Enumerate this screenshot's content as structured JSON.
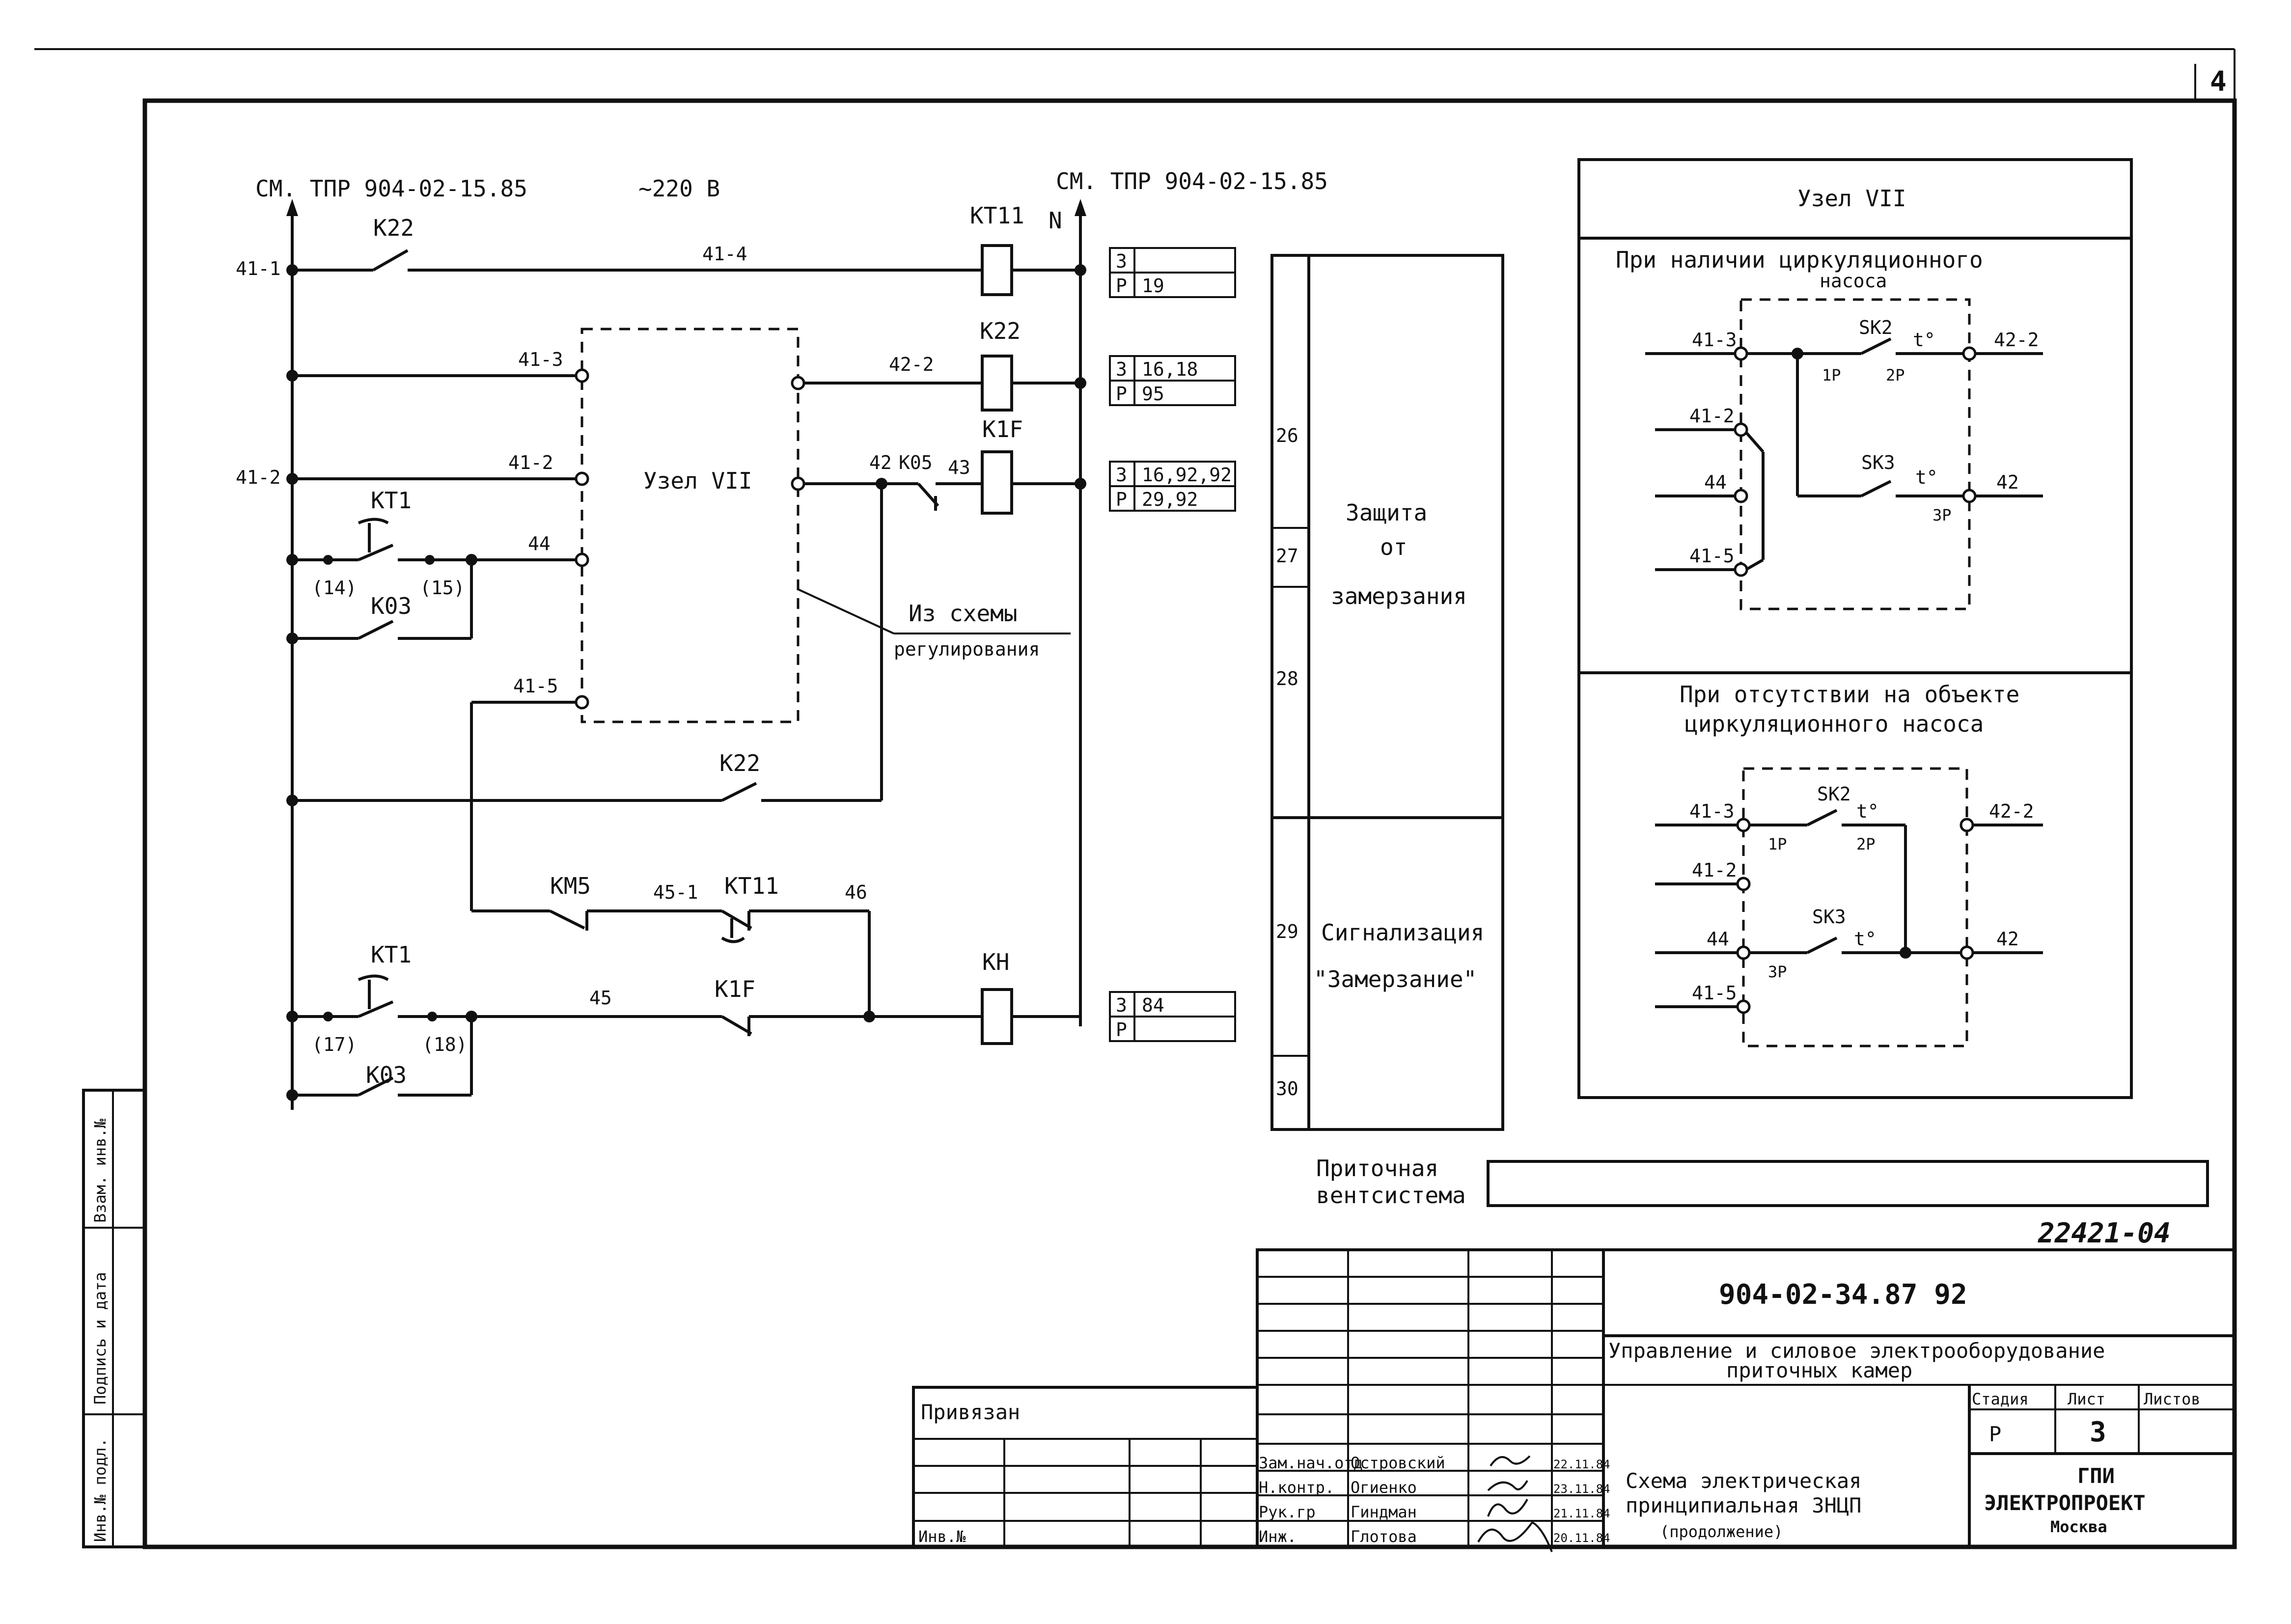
{
  "sheet": {
    "number": "4",
    "doc_code": "22421-04"
  },
  "header": {
    "ref_left": "СМ. ТПР 904-02-15.85",
    "voltage": "~220 В",
    "ref_right": "СМ. ТПР 904-02-15.85",
    "neutral": "N"
  },
  "wires": {
    "w41_1": "41-1",
    "w41_2": "41-2",
    "w41_2b": "41-2",
    "w41_3": "41-3",
    "w41_5": "41-5",
    "w44": "44",
    "w41_4": "41-4",
    "w42_2": "42-2",
    "w42": "42",
    "w43": "43",
    "w45": "45",
    "w45_1": "45-1",
    "w46": "46"
  },
  "devices": {
    "k22_top": "K22",
    "k22_mid": "K22",
    "k22_coil": "K22",
    "kt1_a": "KT1",
    "kt1_b": "KT1",
    "k03_a": "K03",
    "k03_b": "K03",
    "n14": "(14)",
    "n15": "(15)",
    "n17": "(17)",
    "n18": "(18)",
    "km5": "KM5",
    "kt11": "KT11",
    "kt11_coil": "KT11",
    "k05": "K05",
    "k1f_contact": "K1F",
    "k1f_coil": "K1F",
    "kh": "KH",
    "uzel": "Узел VII",
    "from_scheme": "Из схемы",
    "regul": "регулирования"
  },
  "terminals": [
    {
      "a": "3",
      "b": "",
      "c": "P",
      "d": "19"
    },
    {
      "a": "3",
      "b": "16,18",
      "c": "P",
      "d": "95"
    },
    {
      "a": "3",
      "b": "16,92,92",
      "c": "P",
      "d": "29,92"
    },
    {
      "a": "3",
      "b": "84",
      "c": "P",
      "d": ""
    }
  ],
  "function_table": {
    "rows": [
      "26",
      "27",
      "28",
      "29",
      "30"
    ],
    "protect_1": "Защита",
    "protect_2": "от",
    "protect_3": "замерзания",
    "signal_1": "Сигнализация",
    "signal_2": "\"Замерзание\""
  },
  "node": {
    "title": "Узел VII",
    "case1_1": "При наличии циркуляционного",
    "case1_2": "насоса",
    "case2_1": "При отсутствии на объекте",
    "case2_2": "циркуляционного насоса",
    "sk2": "SK2",
    "sk3": "SK3",
    "t": "t°",
    "p1": "1P",
    "p2": "2P",
    "p3": "3P",
    "n41_3": "41-3",
    "n41_2": "41-2",
    "n44": "44",
    "n41_5": "41-5",
    "n42_2": "42-2",
    "n42": "42"
  },
  "vent": {
    "label_1": "Приточная",
    "label_2": "вентсистема"
  },
  "title_block": {
    "code": "904-02-34.87  92",
    "title_1": "Управление и силовое электрооборудование",
    "title_2": "приточных камер",
    "stage_h": "Стадия",
    "sheet_h": "Лист",
    "sheets_h": "Листов",
    "stage": "Р",
    "sheet": "3",
    "doc_1": "Схема электрическая",
    "doc_2": "принципиальная ЗНЦП",
    "doc_3": "(продолжение)",
    "org_1": "ГПИ",
    "org_2": "ЭЛЕКТРОПРОЕКТ",
    "org_3": "Москва",
    "bound": "Привязан",
    "inv": "Инв.№",
    "roles": [
      "Зам.нач.отд",
      "Н.контр.",
      "Рук.гр",
      "Инж."
    ],
    "names": [
      "Островский",
      "Огиенко",
      "Гиндман",
      "Глотова"
    ],
    "dates": [
      "22.11.84",
      "23.11.84",
      "21.11.84",
      "20.11.84"
    ]
  },
  "side_stamp": [
    "Инв.№ подл.",
    "Подпись и дата",
    "Взам. инв.№"
  ]
}
